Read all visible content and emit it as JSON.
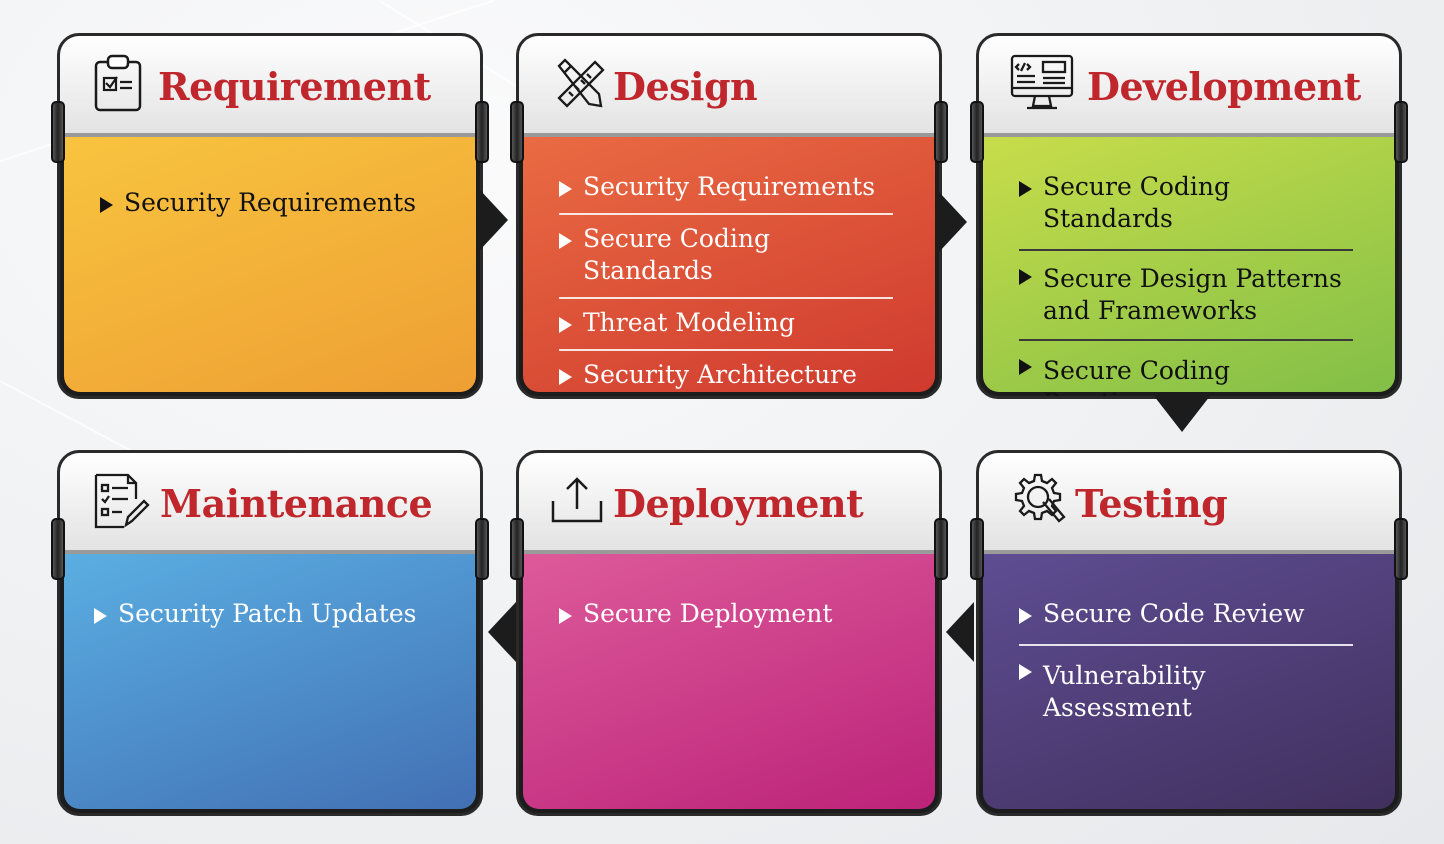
{
  "stages": [
    {
      "id": "requirement",
      "title": "Requirement",
      "icon": "clipboard-icon",
      "items": [
        "Security Requirements"
      ]
    },
    {
      "id": "design",
      "title": "Design",
      "icon": "pencil-ruler-icon",
      "items": [
        "Security Requirements",
        "Secure Coding Standards",
        "Threat Modeling",
        "Security Architecture"
      ]
    },
    {
      "id": "development",
      "title": "Development",
      "icon": "code-monitor-icon",
      "items": [
        "Secure Coding Standards",
        "Secure Design Patterns and Frameworks",
        "Secure Coding Practices"
      ]
    },
    {
      "id": "testing",
      "title": "Testing",
      "icon": "gear-wrench-icon",
      "items": [
        "Secure Code Review",
        "Vulnerability Assessment"
      ]
    },
    {
      "id": "deployment",
      "title": "Deployment",
      "icon": "upload-icon",
      "items": [
        "Secure Deployment"
      ]
    },
    {
      "id": "maintenance",
      "title": "Maintenance",
      "icon": "checklist-icon",
      "items": [
        "Security Patch Updates"
      ]
    }
  ],
  "colors": {
    "title": "#c0272d",
    "requirement": [
      "#f8c43f",
      "#ee9f33"
    ],
    "design": [
      "#ea6b43",
      "#cf3a2e"
    ],
    "development": [
      "#c8dd4a",
      "#82bf47"
    ],
    "testing": [
      "#5e4d92",
      "#41305e"
    ],
    "deployment": [
      "#dd5a9a",
      "#bc2379"
    ],
    "maintenance": [
      "#5aaee2",
      "#4270b4"
    ]
  }
}
